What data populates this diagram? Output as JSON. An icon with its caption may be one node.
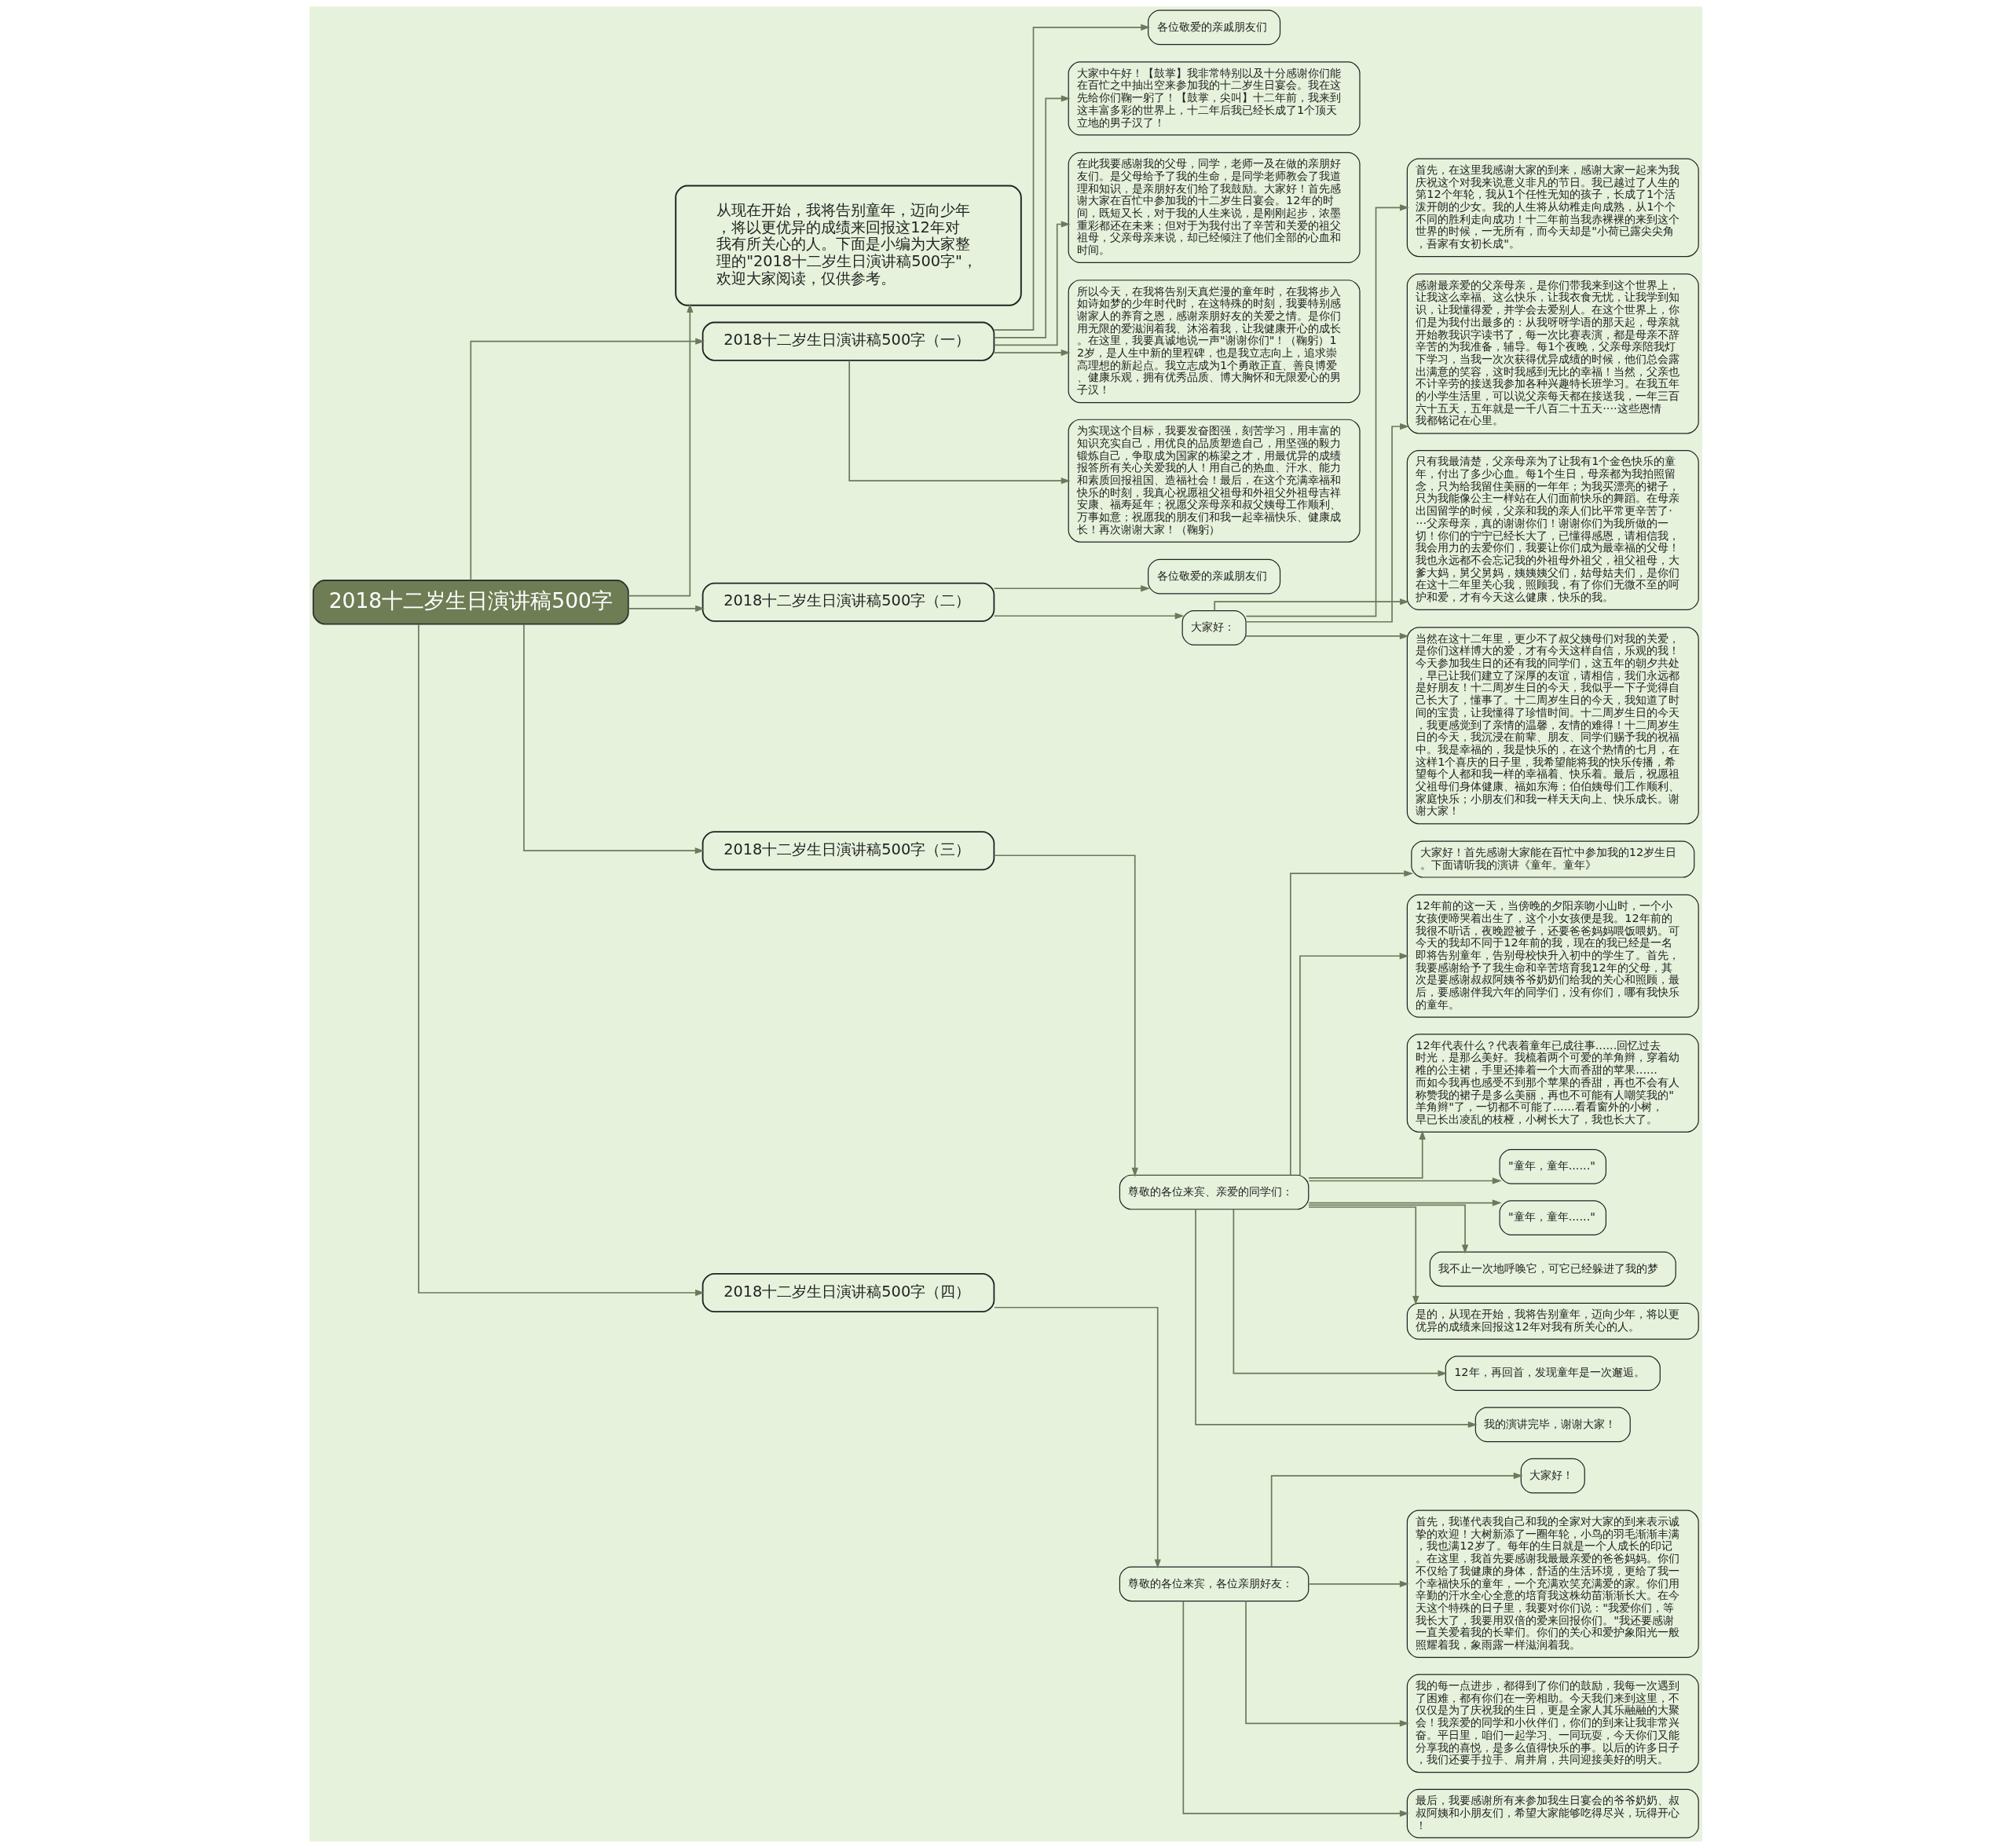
{
  "diagram": {
    "nodes": [
      {
        "text": [
          "2018十二岁生日演讲稿500字"
        ]
      },
      {
        "text": [
          "从现在开始，我将告别童年，迈向少年，将以更优异的成绩来回报这12年对我有所关心的人。下面是小编为大家整理的\"2018十二岁生日演讲稿500字\"，欢迎大家阅读，仅供参考。"
        ]
      },
      {
        "text": [
          "2018十二岁生日演讲稿500字（一）"
        ]
      },
      {
        "text": [
          "各位敬爱的亲戚朋友们"
        ]
      },
      {
        "text": [
          "大家中午好！【鼓掌】我非常特别以及十分感谢你们能在百忙之中抽出空来参加我的十二岁生日宴会。我在这先给你们鞠一躬了！【鼓掌，尖叫】十二年前，我来到这丰富多彩的世界上，十二年后我已经长成了1个顶天立地的男子汉了！"
        ]
      },
      {
        "text": [
          "在此我要感谢我的父母，同学，老师一及在做的亲朋好友们。是父母给予了我的生命，是同学老师教会了我道理和知识，是亲朋好友们给了我鼓励。大家好！首先感谢大家在百忙中参加我的十二岁生日宴会。12年的时间，既短又长，对于我的人生来说，是刚刚起步，浓墨重彩都还在未来；但对于为我付出了辛苦和关爱的祖父祖母，父亲母亲来说，却已经倾注了他们全部的心血和时间。"
        ]
      },
      {
        "text": [
          "所以今天，在我将告别天真烂漫的童年时，在我将步入如诗如梦的少年时代时，在这特殊的时刻，我要特别感谢家人的养育之恩，感谢亲朋好友的关爱之情。是你们用无限的爱滋润着我、沐浴着我，让我健康开心的成长。在这里，我要真诚地说一声\"谢谢你们\"！（鞠躬）12岁，是人生中新的里程碑，也是我立志向上，追求崇高理想的新起点。我立志成为1个勇敢正直、善良博爱、健康乐观，拥有优秀品质、博大胸怀和无限爱心的男子汉！"
        ]
      },
      {
        "text": [
          "为实现这个目标，我要发奋图强，刻苦学习，用丰富的知识充实自己，用优良的品质塑造自己，用坚强的毅力锻炼自己，争取成为国家的栋梁之才，用最优异的成绩报答所有关心关爱我的人！用自己的热血、汗水、能力和素质回报祖国、造福社会！最后，在这个充满幸福和快乐的时刻，我真心祝愿祖父祖母和外祖父外祖母吉祥安康、福寿延年；祝愿父亲母亲和叔父姨母工作顺利、万事如意；祝愿我的朋友们和我一起幸福快乐、健康成长！再次谢谢大家！（鞠躬）"
        ]
      },
      {
        "text": [
          "2018十二岁生日演讲稿500字（二）"
        ]
      },
      {
        "text": [
          "各位敬爱的亲戚朋友们"
        ]
      },
      {
        "text": [
          "大家好："
        ]
      },
      {
        "text": [
          "首先，在这里我感谢大家的到来，感谢大家一起来为我庆祝这个对我来说意义非凡的节日。我已越过了人生的第12个年轮，我从1个任性无知的孩子，长成了1个活泼开朗的少女。我的人生将从幼稚走向成熟，从1个个不同的胜利走向成功！十二年前当我赤裸裸的来到这个世界的时候，一无所有，而今天却是\"小荷已露尖尖角，吾家有女初长成\"。"
        ]
      },
      {
        "text": [
          "感谢最亲爱的父亲母亲，是你们带我来到这个世界上，让我这么幸福、这么快乐，让我衣食无忧，让我学到知识，让我懂得爱，并学会去爱别人。在这个世界上，你们是为我付出最多的：从我呀呀学语的那天起，母亲就开始教我识字读书了，每一次比赛表演，都是母亲不辞辛苦的为我准备，辅导。每1个夜晚，父亲母亲陪我灯下学习，当我一次次获得优异成绩的时候，他们总会露出满意的笑容，这时我感到无比的幸福！当然，父亲也不计辛劳的接送我参加各种兴趣特长班学习。在我五年的小学生活里，可以说父亲每天都在接送我，一年三百六十五天，五年就是一千八百二十五天····这些恩情我都铭记在心里。"
        ]
      },
      {
        "text": [
          "只有我最清楚，父亲母亲为了让我有1个金色快乐的童年，付出了多少心血。每1个生日，母亲都为我拍照留念，只为给我留住美丽的一年年；为我买漂亮的裙子，只为我能像公主一样站在人们面前快乐的舞蹈。在母亲出国留学的时候，父亲和我的亲人们比平常更辛苦了····父亲母亲，真的谢谢你们！谢谢你们为我所做的一切！你们的宁宁已经长大了，已懂得感恩，请相信我，我会用力的去爱你们，我要让你们成为最幸福的父母！我也永远都不会忘记我的外祖母外祖父，祖父祖母，大爹大妈，舅父舅妈，姨姨姨父们，姑母姑夫们，是你们在这十二年里关心我，照顾我，有了你们无微不至的呵护和爱，才有今天这么健康，快乐的我。"
        ]
      },
      {
        "text": [
          "当然在这十二年里，更少不了叔父姨母们对我的关爱，是你们这样博大的爱，才有今天这样自信，乐观的我！今天参加我生日的还有我的同学们，这五年的朝夕共处，早已让我们建立了深厚的友谊，请相信，我们永远都是好朋友！十二周岁生日的今天，我似乎一下子觉得自己长大了，懂事了。十二周岁生日的今天，我知道了时间的宝贵，让我懂得了珍惜时间。十二周岁生日的今天，我更感觉到了亲情的温馨，友情的难得！十二周岁生日的今天，我沉浸在前辈、朋友、同学们赐予我的祝福中。我是幸福的，我是快乐的，在这个热情的七月，在这样1个喜庆的日子里，我希望能将我的快乐传播，希望每个人都和我一样的幸福着、快乐着。最后，祝愿祖父祖母们身体健康、福如东海；伯伯姨母们工作顺利、家庭快乐；小朋友们和我一样天天向上、快乐成长。谢谢大家！"
        ]
      },
      {
        "text": [
          "2018十二岁生日演讲稿500字（三）"
        ]
      },
      {
        "text": [
          "尊敬的各位来宾、亲爱的同学们："
        ]
      },
      {
        "text": [
          "大家好！首先感谢大家能在百忙中参加我的12岁生日。下面请听我的演讲《童年。童年》"
        ]
      },
      {
        "text": [
          "12年前的这一天，当傍晚的夕阳亲吻小山时，一个小女孩便啼哭着出生了，这个小女孩便是我。12年前的我很不听话，夜晚蹬被子，还要爸爸妈妈喂饭喂奶。可今天的我却不同于12年前的我，现在的我已经是一名即将告别童年，告别母校快升入初中的学生了。首先，我要感谢给予了我生命和辛苦培育我12年的父母，其次是要感谢叔叔阿姨爷爷奶奶们给我的关心和照顾，最后，要感谢伴我六年的同学们，没有你们，哪有我快乐的童年。"
        ]
      },
      {
        "text": [
          "12年代表什么？代表着童年已成往事......回忆过去时光，是那么美好。我梳着两个可爱的羊角辫，穿着幼稚的公主裙，手里还捧着一个大而香甜的苹果......而如今我再也感受不到那个苹果的香甜，再也不会有人称赞我的裙子是多么美丽，再也不可能有人嘲笑我的\"羊角辫\"了，一切都不可能了......看看窗外的小树，早已长出凌乱的枝桠，小树长大了，我也长大了。"
        ]
      },
      {
        "text": [
          "\"童年，童年......\""
        ]
      },
      {
        "text": [
          "\"童年，童年......\""
        ]
      },
      {
        "text": [
          "我不止一次地呼唤它，可它已经躲进了我的梦"
        ]
      },
      {
        "text": [
          "是的，从现在开始，我将告别童年，迈向少年，将以更优异的成绩来回报这12年对我有所关心的人。"
        ]
      },
      {
        "text": [
          "12年，再回首，发现童年是一次邂逅。"
        ]
      },
      {
        "text": [
          "我的演讲完毕，谢谢大家！"
        ]
      },
      {
        "text": [
          "2018十二岁生日演讲稿500字（四）"
        ]
      },
      {
        "text": [
          "尊敬的各位来宾，各位亲朋好友："
        ]
      },
      {
        "text": [
          "大家好！"
        ]
      },
      {
        "text": [
          "首先，我谨代表我自己和我的全家对大家的到来表示诚挚的欢迎！大树新添了一圈年轮，小鸟的羽毛渐渐丰满，我也满12岁了。每年的生日就是一个人成长的印记。在这里，我首先要感谢我最最亲爱的爸爸妈妈。你们不仅给了我健康的身体，舒适的生活环境，更给了我一个幸福快乐的童年，一个充满欢笑充满爱的家。你们用辛勤的汗水全心全意的培育我这株幼苗渐渐长大。在今天这个特殊的日子里，我要对你们说：\"我爱你们，等我长大了，我要用双倍的爱来回报你们。\"我还要感谢一直关爱着我的长辈们。你们的关心和爱护象阳光一般照耀着我，象雨露一样滋润着我。"
        ]
      },
      {
        "text": [
          "我的每一点进步，都得到了你们的鼓励，我每一次遇到了困难，都有你们在一旁相助。今天我们来到这里，不仅仅是为了庆祝我的生日，更是全家人其乐融融的大聚会！我亲爱的同学和小伙伴们，你们的到来让我非常兴奋。平日里，咱们一起学习、一同玩耍，今天你们又能分享我的喜悦，是多么值得快乐的事。以后的许多日子，我们还要手拉手、肩并肩，共同迎接美好的明天。"
        ]
      },
      {
        "text": [
          "最后，我要感谢所有来参加我生日宴会的爷爷奶奶、叔叔阿姨和小朋友们，希望大家能够吃得尽兴，玩得开心！"
        ]
      }
    ],
    "edges": [
      {
        "from": 0,
        "to": 1,
        "arrow": "to"
      },
      {
        "from": 0,
        "to": 2,
        "arrow": "to"
      },
      {
        "from": 2,
        "to": 3,
        "arrow": "to"
      },
      {
        "from": 2,
        "to": 4,
        "arrow": "to"
      },
      {
        "from": 2,
        "to": 5,
        "arrow": "to"
      },
      {
        "from": 2,
        "to": 6,
        "arrow": "to"
      },
      {
        "from": 2,
        "to": 7,
        "arrow": "to"
      },
      {
        "from": 0,
        "to": 8,
        "arrow": "to"
      },
      {
        "from": 8,
        "to": 9,
        "arrow": "to"
      },
      {
        "from": 8,
        "to": 10,
        "arrow": "to"
      },
      {
        "from": 10,
        "to": 11,
        "arrow": "to"
      },
      {
        "from": 10,
        "to": 12,
        "arrow": "to"
      },
      {
        "from": 10,
        "to": 13,
        "arrow": "to"
      },
      {
        "from": 10,
        "to": 14,
        "arrow": "to"
      },
      {
        "from": 0,
        "to": 15,
        "arrow": "to"
      },
      {
        "from": 15,
        "to": 16,
        "arrow": "to"
      },
      {
        "from": 16,
        "to": 17,
        "arrow": "to"
      },
      {
        "from": 16,
        "to": 18,
        "arrow": "to"
      },
      {
        "from": 16,
        "to": 19,
        "arrow": "to"
      },
      {
        "from": 16,
        "to": 20,
        "arrow": "to"
      },
      {
        "from": 16,
        "to": 21,
        "arrow": "to"
      },
      {
        "from": 16,
        "to": 22,
        "arrow": "to"
      },
      {
        "from": 16,
        "to": 23,
        "arrow": "to"
      },
      {
        "from": 16,
        "to": 24,
        "arrow": "to"
      },
      {
        "from": 16,
        "to": 25,
        "arrow": "to"
      },
      {
        "from": 0,
        "to": 26,
        "arrow": "to"
      },
      {
        "from": 26,
        "to": 27,
        "arrow": "to"
      },
      {
        "from": 27,
        "to": 28,
        "arrow": "to"
      },
      {
        "from": 27,
        "to": 29,
        "arrow": "to"
      },
      {
        "from": 27,
        "to": 30,
        "arrow": "to"
      },
      {
        "from": 27,
        "to": 31,
        "arrow": "to"
      }
    ]
  }
}
